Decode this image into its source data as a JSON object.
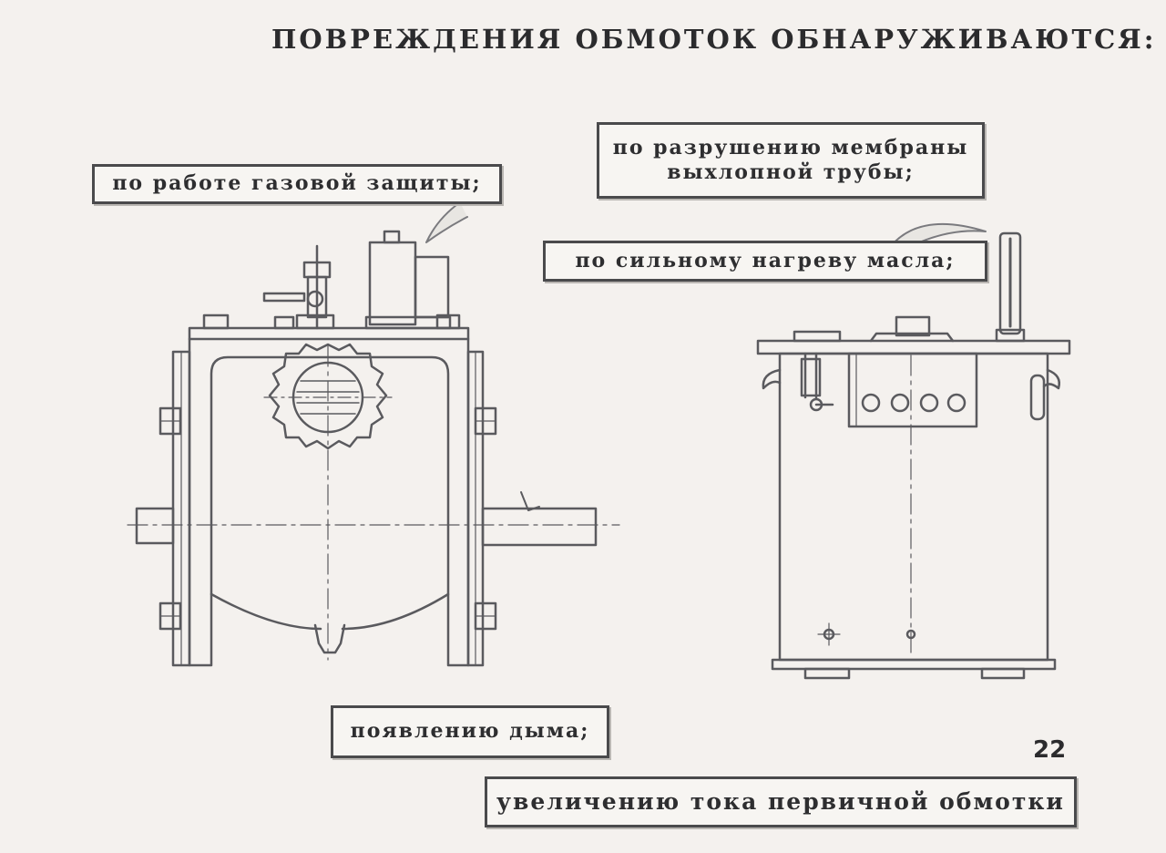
{
  "title": "ПОВРЕЖДЕНИЯ ОБМОТОК ОБНАРУЖИВАЮТСЯ:",
  "labels": {
    "gas_protection": "по работе газовой защиты;",
    "membrane": "по разрушению мембраны\nвыхлопной трубы;",
    "oil_heating": "по сильному нагреву масла;",
    "smoke": "появлению дыма;",
    "primary_current": "увеличению тока первичной обмотки"
  },
  "page_number": "22",
  "colors": {
    "background": "#f4f1ee",
    "line": "#5a5a5e",
    "text": "#2a2a2c"
  }
}
